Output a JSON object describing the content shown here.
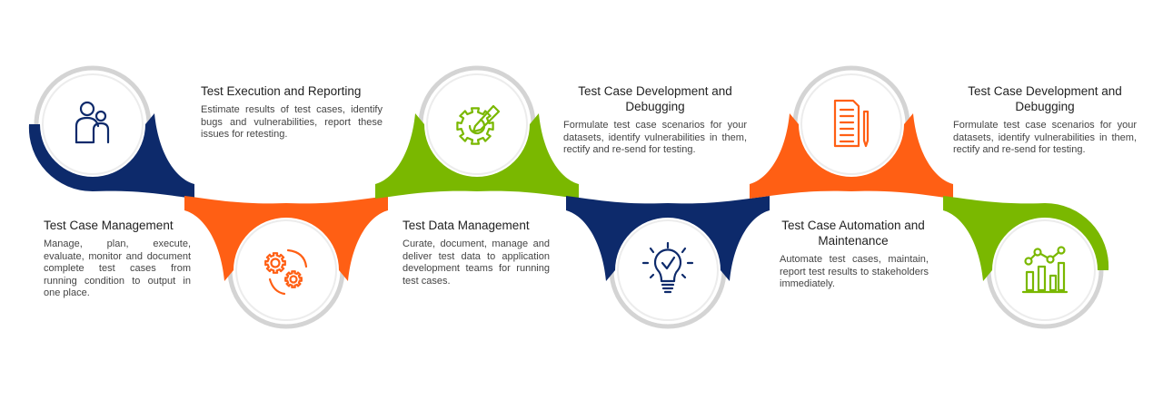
{
  "colors": {
    "navy": "#0d2a6b",
    "orange": "#ff5f14",
    "green": "#7ab800",
    "ring": "#d4d4d4"
  },
  "steps": [
    {
      "title": "Test Case Management",
      "desc": "Manage, plan, execute, evaluate, monitor and document complete test cases from running condition to output in one place.",
      "icon": "people-icon",
      "color": "navy"
    },
    {
      "title": "Test Execution and Reporting",
      "desc": "Estimate results of test cases, identify bugs and vulnerabilities, report these issues for retesting.",
      "icon": "gears-cycle-icon",
      "color": "orange"
    },
    {
      "title": "Test Data Management",
      "desc": "Curate, document, manage and deliver test data to application development teams for running test cases.",
      "icon": "gear-pencil-icon",
      "color": "green"
    },
    {
      "title": "Test Case Development and Debugging",
      "desc": "Formulate test case scenarios for your datasets, identify vulnerabilities in them, rectify and re-send for testing.",
      "icon": "lightbulb-check-icon",
      "color": "navy"
    },
    {
      "title": "Test Case Automation and Maintenance",
      "desc": "Automate test cases, maintain, report test results to stakeholders immediately.",
      "icon": "document-pencil-icon",
      "color": "orange"
    },
    {
      "title": "Test Case Development and Debugging",
      "desc": "Formulate test case scenarios for your datasets, identify vulnerabilities in them, rectify and re-send for testing.",
      "icon": "bar-line-chart-icon",
      "color": "green"
    }
  ]
}
